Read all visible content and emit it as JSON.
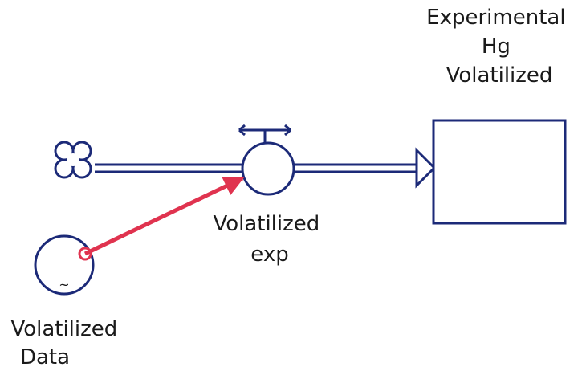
{
  "stock": {
    "label_lines": [
      "Experimental",
      "Hg",
      "Volatilized"
    ]
  },
  "flow": {
    "label_lines": [
      "Volatilized",
      "exp"
    ]
  },
  "data_variable": {
    "label_lines": [
      "Volatilized",
      "Data"
    ],
    "symbol": "~"
  },
  "colors": {
    "element_stroke": "#1c2a78",
    "connector": "#e0334f",
    "text": "#1a1a1a"
  }
}
